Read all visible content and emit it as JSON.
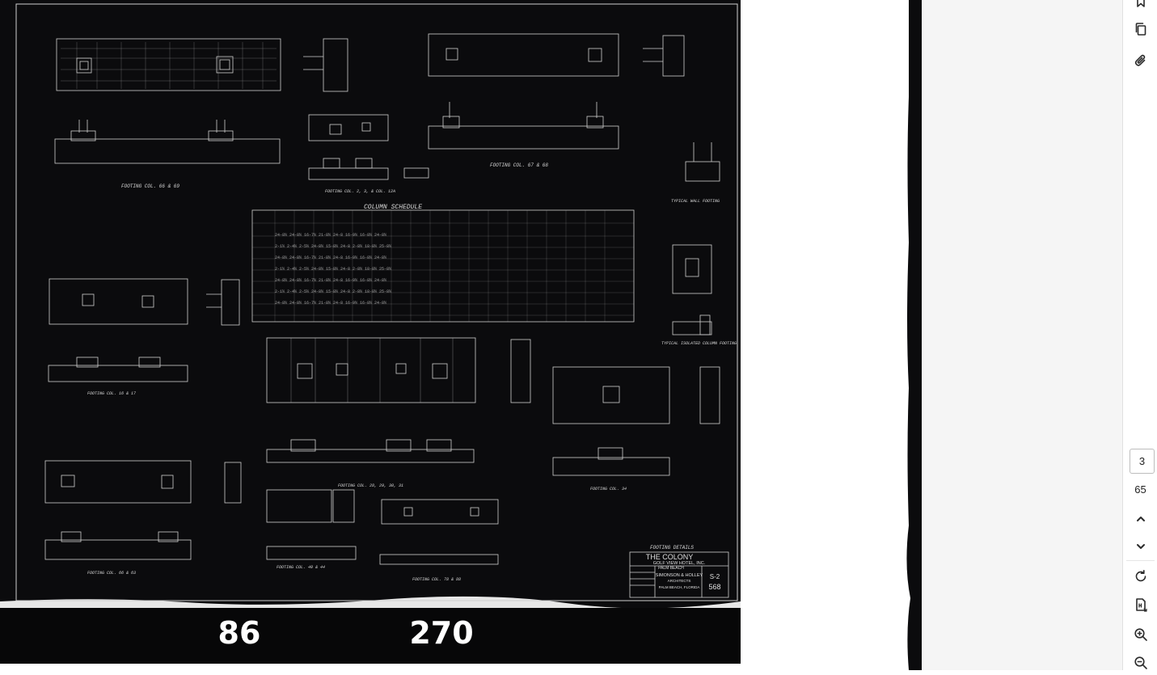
{
  "drawing": {
    "sheet_title": "FOOTING DETAILS",
    "project": "THE COLONY",
    "project_line2": "GOLF VIEW HOTEL, INC.",
    "location": "PALM BEACH",
    "architect": "SIMONSON & HOLLEY",
    "architect_role": "ARCHITECTS",
    "architect_city": "PALM BEACH, FLORIDA",
    "sheet_number": "S-2",
    "job_number": "568",
    "schedule_title": "COLUMN SCHEDULE",
    "labels": {
      "footing_1": "FOOTING   COL. 66 & 69",
      "footing_2": "FOOTING   COL. 67 & 68",
      "footing_3": "FOOTING  COL. 2, 3, & COL. 12A",
      "footing_4": "TYPICAL WALL FOOTING",
      "footing_5": "TYPICAL ISOLATED COLUMN FOOTING",
      "footing_6": "FOOTING  COL. 16 & 17",
      "footing_7": "FOOTING  COL. 28, 29, 30, 31",
      "footing_8": "FOOTING  COL. 34",
      "footing_9": "FOOTING  COL. 40 & 44",
      "footing_10": "FOOTING  COL. 66 & 63",
      "footing_11": "FOOTING  COL. 78 & 88"
    },
    "film_numbers": [
      "86",
      "270"
    ]
  },
  "toolbar": {
    "current_page": "3",
    "total_pages": "65"
  },
  "colors": {
    "sheet_bg": "#0b0b0d",
    "ink": "#d9d9d9",
    "toolbar_bg": "#ffffff",
    "next_page_bg": "#f5f5f5"
  }
}
